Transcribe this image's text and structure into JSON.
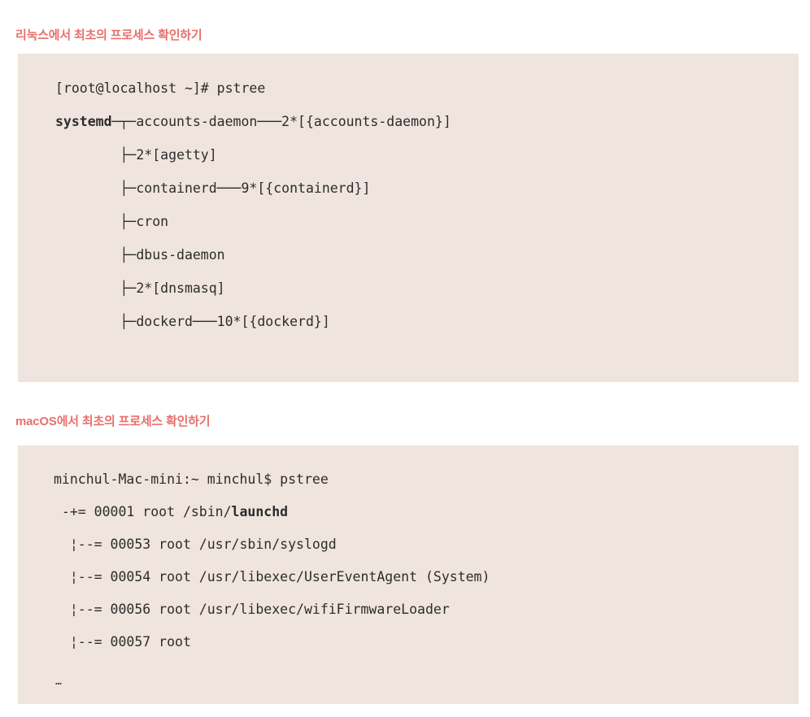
{
  "page": {
    "background_color": "#ffffff",
    "heading_color": "#e8706c",
    "code_background_color": "#efe5de",
    "code_text_color": "#2c2c2c"
  },
  "sections": [
    {
      "heading": "리눅스에서 최초의 프로세스 확인하기",
      "ellipsis": "…",
      "code_lines": [
        {
          "text": "[root@localhost ~]# pstree",
          "bold_prefix": ""
        },
        {
          "text": "systemd─┬─accounts-daemon───2*[{accounts-daemon}]",
          "bold_prefix": "systemd"
        },
        {
          "text": "        ├─2*[agetty]",
          "bold_prefix": ""
        },
        {
          "text": "        ├─containerd───9*[{containerd}]",
          "bold_prefix": ""
        },
        {
          "text": "        ├─cron",
          "bold_prefix": ""
        },
        {
          "text": "        ├─dbus-daemon",
          "bold_prefix": ""
        },
        {
          "text": "        ├─2*[dnsmasq]",
          "bold_prefix": ""
        },
        {
          "text": "        ├─dockerd───10*[{dockerd}]",
          "bold_prefix": ""
        }
      ]
    },
    {
      "heading": "macOS에서 최초의 프로세스 확인하기",
      "ellipsis": "…",
      "code_lines": [
        {
          "text": "minchul-Mac-mini:~ minchul$ pstree",
          "bold_prefix": ""
        },
        {
          "text": " -+= 00001 root /sbin/launchd",
          "bold_prefix": "launchd"
        },
        {
          "text": "  ¦--= 00053 root /usr/sbin/syslogd",
          "bold_prefix": ""
        },
        {
          "text": "  ¦--= 00054 root /usr/libexec/UserEventAgent (System)",
          "bold_prefix": ""
        },
        {
          "text": "  ¦--= 00056 root /usr/libexec/wifiFirmwareLoader",
          "bold_prefix": ""
        },
        {
          "text": "  ¦--= 00057 root",
          "bold_prefix": ""
        }
      ]
    }
  ]
}
